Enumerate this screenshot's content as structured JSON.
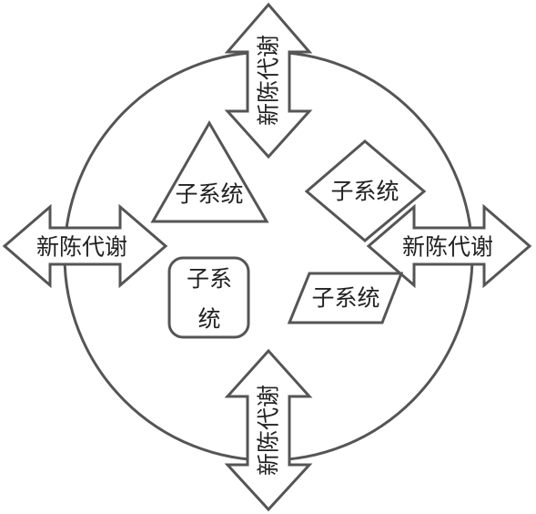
{
  "diagram": {
    "arrows": {
      "top": "新陈代谢",
      "left": "新陈代谢",
      "right": "新陈代谢",
      "bottom": "新陈代谢"
    },
    "subsystems": {
      "triangle": "子系统",
      "diamond": "子系统",
      "rounded_rect_line1": "子系",
      "rounded_rect_line2": "统",
      "parallelogram": "子系统"
    },
    "colors": {
      "stroke": "#555555",
      "fill": "#ffffff",
      "text": "#222222"
    }
  }
}
